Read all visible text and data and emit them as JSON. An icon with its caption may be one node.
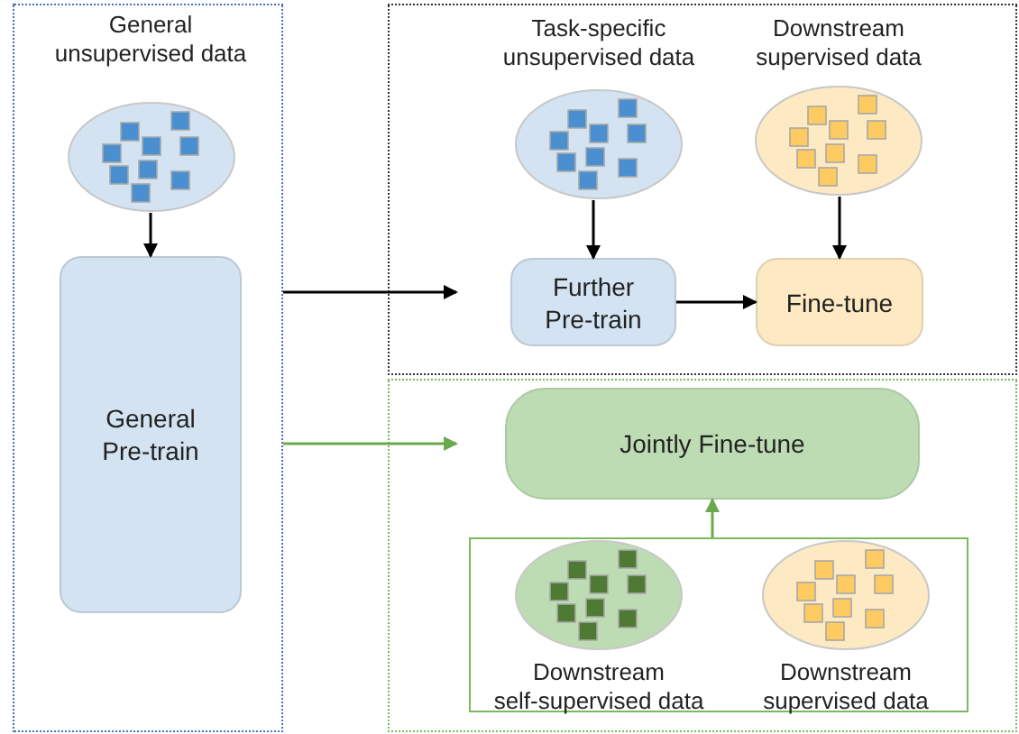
{
  "diagram": {
    "nodes": [
      {
        "text": [],
        "shape": "box"
      },
      {
        "text": [
          "General unsupervised data"
        ],
        "in": 0
      },
      {
        "text": [
          "General Pre-train"
        ],
        "in": 0
      },
      {
        "text": [],
        "shape": "box"
      },
      {
        "text": [
          "Task-specific unsupervised data"
        ],
        "in": 3
      },
      {
        "text": [
          "Downstream supervised data"
        ],
        "in": 3
      },
      {
        "text": [
          "Further Pre-train"
        ],
        "in": 3
      },
      {
        "text": [
          "Fine-tune"
        ],
        "in": 3
      },
      {
        "text": [],
        "shape": "box"
      },
      {
        "text": [
          "Jointly Fine-tune"
        ],
        "in": 8
      },
      {
        "text": [],
        "shape": "box",
        "in": 8
      },
      {
        "text": [
          "Downstream self-supervised data"
        ],
        "in": 10
      },
      {
        "text": [
          "Downstream supervised data"
        ],
        "in": 10
      }
    ],
    "edges": [
      {
        "from": 1,
        "to": 2,
        "arrow": "to"
      },
      {
        "from": 0,
        "to": null,
        "arrow": "to"
      },
      {
        "from": 4,
        "to": 6,
        "arrow": "to"
      },
      {
        "from": 5,
        "to": 7,
        "arrow": "to"
      },
      {
        "from": 6,
        "to": 7,
        "arrow": "to"
      },
      {
        "from": 0,
        "to": null,
        "arrow": "to",
        "color": "#6aaa4c"
      },
      {
        "from": 10,
        "to": 9,
        "arrow": "to",
        "color": "#6aaa4c"
      }
    ]
  }
}
